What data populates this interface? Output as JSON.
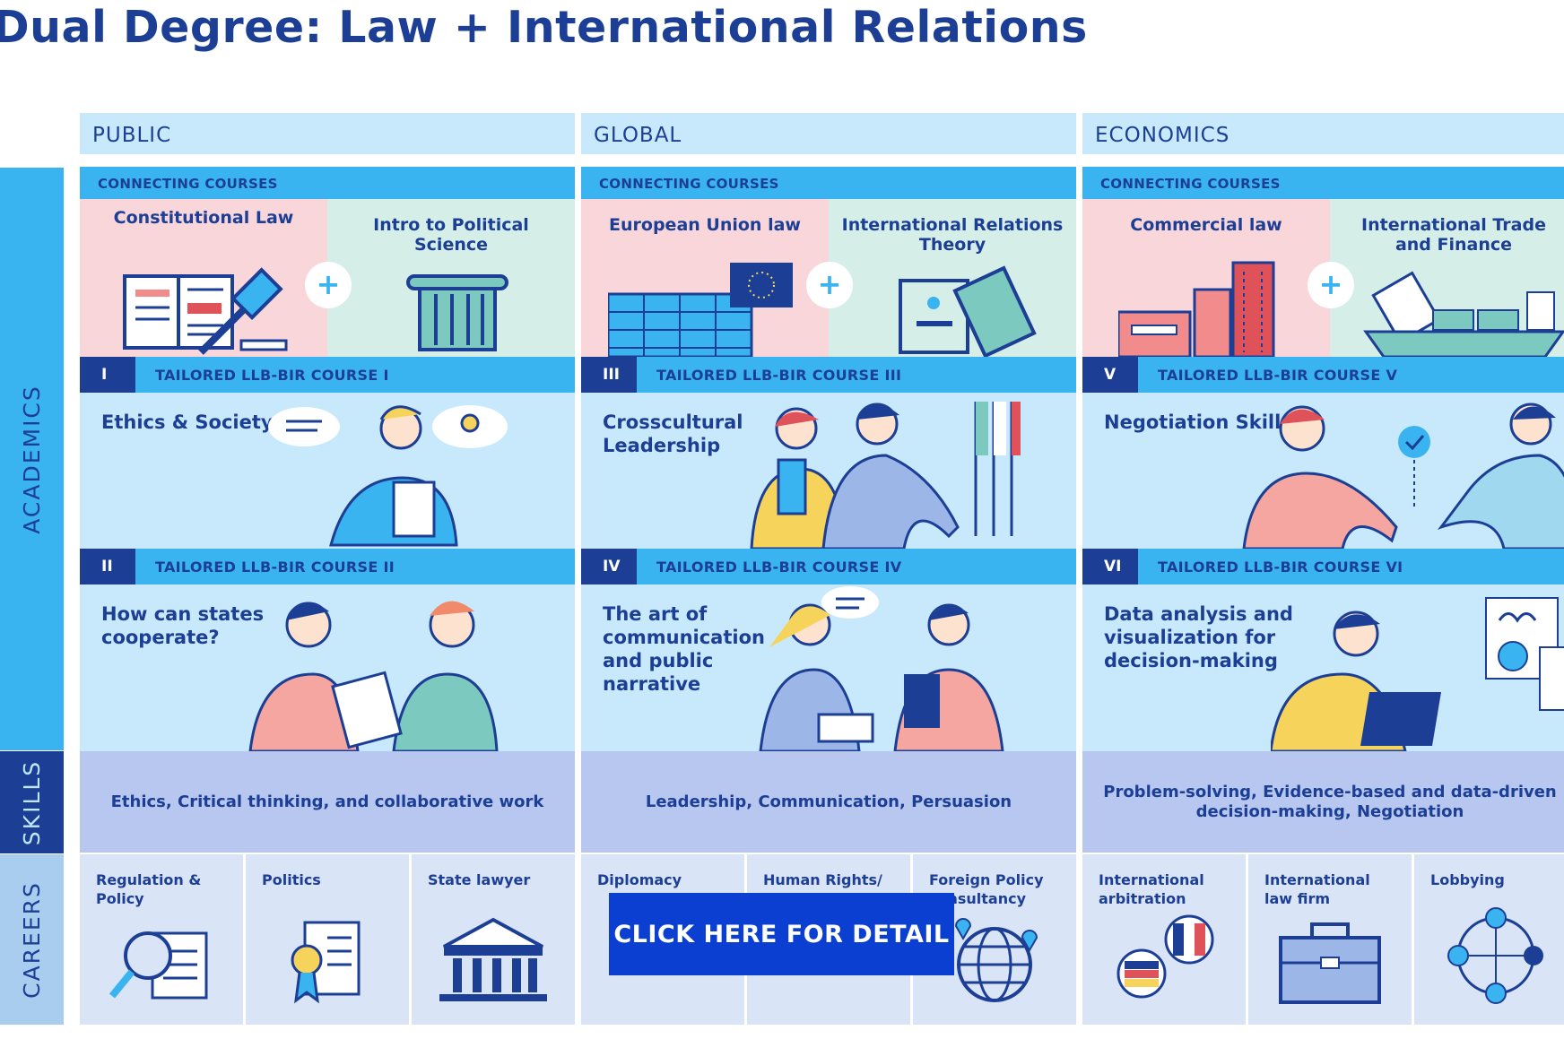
{
  "title": "Dual Degree: Law + International Relations",
  "side_labels": {
    "academics": "ACADEMICS",
    "skills": "SKILLS",
    "careers": "CAREERS"
  },
  "columns": [
    {
      "header": "PUBLIC",
      "connecting_label": "CONNECTING COURSES",
      "connecting_left": "Constitutional Law",
      "connecting_right": "Intro to Political Science",
      "plus": "+",
      "course_a": {
        "num": "I",
        "label": "TAILORED LLB-BIR COURSE I",
        "title": "Ethics & Society"
      },
      "course_b": {
        "num": "II",
        "label": "TAILORED LLB-BIR COURSE II",
        "title": "How can states cooperate?"
      },
      "skills": "Ethics, Critical thinking, and collaborative work",
      "careers": [
        "Regulation & Policy",
        "Politics",
        "State lawyer"
      ]
    },
    {
      "header": "GLOBAL",
      "connecting_label": "CONNECTING COURSES",
      "connecting_left": "European Union law",
      "connecting_right": "International Relations Theory",
      "plus": "+",
      "course_a": {
        "num": "III",
        "label": "TAILORED LLB-BIR COURSE III",
        "title": "Crosscultural Leadership"
      },
      "course_b": {
        "num": "IV",
        "label": "TAILORED LLB-BIR COURSE IV",
        "title": "The art of communication and public narrative"
      },
      "skills": "Leadership, Communication, Persuasion",
      "careers": [
        "Diplomacy",
        "Human Rights/",
        "Foreign Policy consultancy"
      ]
    },
    {
      "header": "ECONOMICS",
      "connecting_label": "CONNECTING COURSES",
      "connecting_left": "Commercial law",
      "connecting_right": "International Trade and Finance",
      "plus": "+",
      "course_a": {
        "num": "V",
        "label": "TAILORED LLB-BIR COURSE V",
        "title": "Negotiation Skills"
      },
      "course_b": {
        "num": "VI",
        "label": "TAILORED LLB-BIR COURSE VI",
        "title": "Data analysis and visualization for decision-making"
      },
      "skills": "Problem-solving, Evidence-based and data-driven decision-making, Negotiation",
      "careers": [
        "International arbitration",
        "International law firm",
        "Lobbying"
      ]
    }
  ],
  "cta": {
    "label": "CLICK HERE FOR DETAIL"
  },
  "colors": {
    "navy": "#1c3f95",
    "sky": "#3ab4f0",
    "light_sky": "#c8e9fb",
    "cta": "#0b3fd1"
  }
}
